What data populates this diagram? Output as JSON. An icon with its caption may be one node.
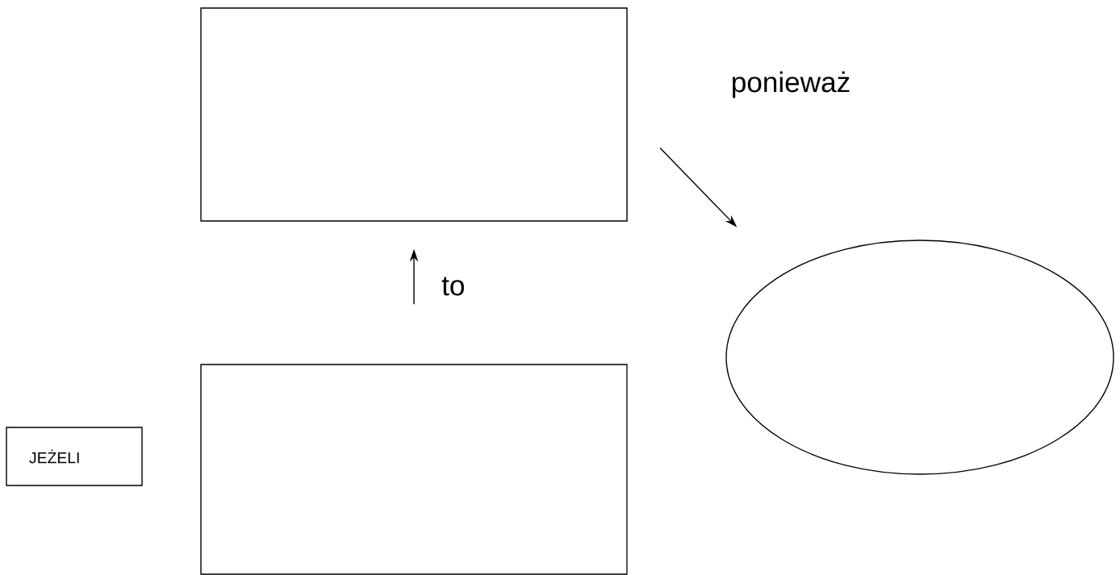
{
  "diagram": {
    "nodes": [
      {
        "text": [],
        "shape": "box"
      },
      {
        "text": [],
        "shape": "ellipse"
      },
      {
        "text": [
          "JEŻELI"
        ]
      },
      {
        "text": [],
        "shape": "box"
      }
    ],
    "edges": [
      {
        "from": 3,
        "to": 0,
        "arrow": "to",
        "label": "to"
      },
      {
        "from": 0,
        "to": 1,
        "arrow": "to",
        "label": "ponieważ"
      }
    ]
  }
}
